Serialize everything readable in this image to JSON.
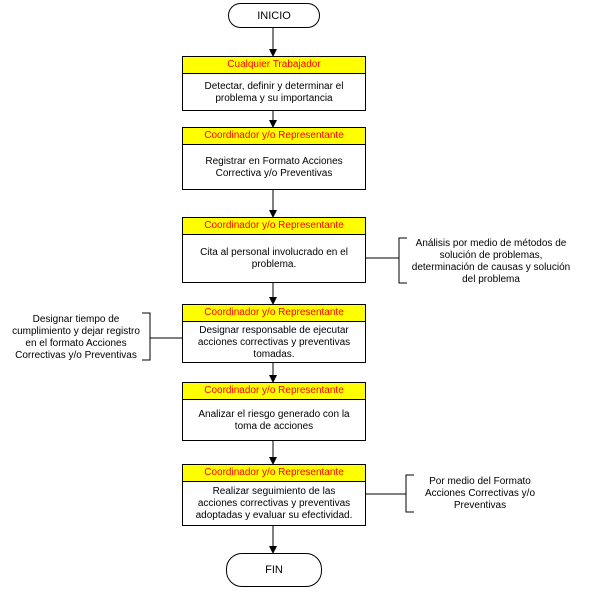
{
  "start": {
    "label": "INICIO"
  },
  "end": {
    "label": "FIN"
  },
  "steps": [
    {
      "role": "Cualquier Trabajador",
      "lines": [
        "Detectar, definir y determinar el",
        "problema y su importancia"
      ]
    },
    {
      "role": "Coordinador y/o Representante",
      "lines": [
        "Registrar en Formato Acciones",
        "Correctiva y/o Preventivas"
      ]
    },
    {
      "role": "Coordinador y/o Representante",
      "lines": [
        "Cita al personal involucrado en el",
        "problema."
      ]
    },
    {
      "role": "Coordinador y/o Representante",
      "lines": [
        "Designar responsable de ejecutar",
        "acciones correctivas y preventivas",
        "tomadas."
      ]
    },
    {
      "role": "Coordinador y/o Representante",
      "lines": [
        "Analizar el riesgo generado con la",
        "toma de acciones"
      ]
    },
    {
      "role": "Coordinador y/o Representante",
      "lines": [
        "Realizar seguimiento de las",
        "acciones correctivas y preventivas",
        "adoptadas y evaluar su efectividad."
      ]
    }
  ],
  "notes": [
    {
      "lines": [
        "Análisis por medio de métodos de",
        "solución de problemas,",
        "determinación de causas y solución",
        "del problema"
      ]
    },
    {
      "lines": [
        "Designar tiempo de",
        "cumplimiento y dejar registro",
        "en el formato Acciones",
        "Correctivas y/o Preventivas"
      ]
    },
    {
      "lines": [
        "Por medio del Formato",
        "Acciones Correctivas y/o",
        "Preventivas"
      ]
    }
  ]
}
